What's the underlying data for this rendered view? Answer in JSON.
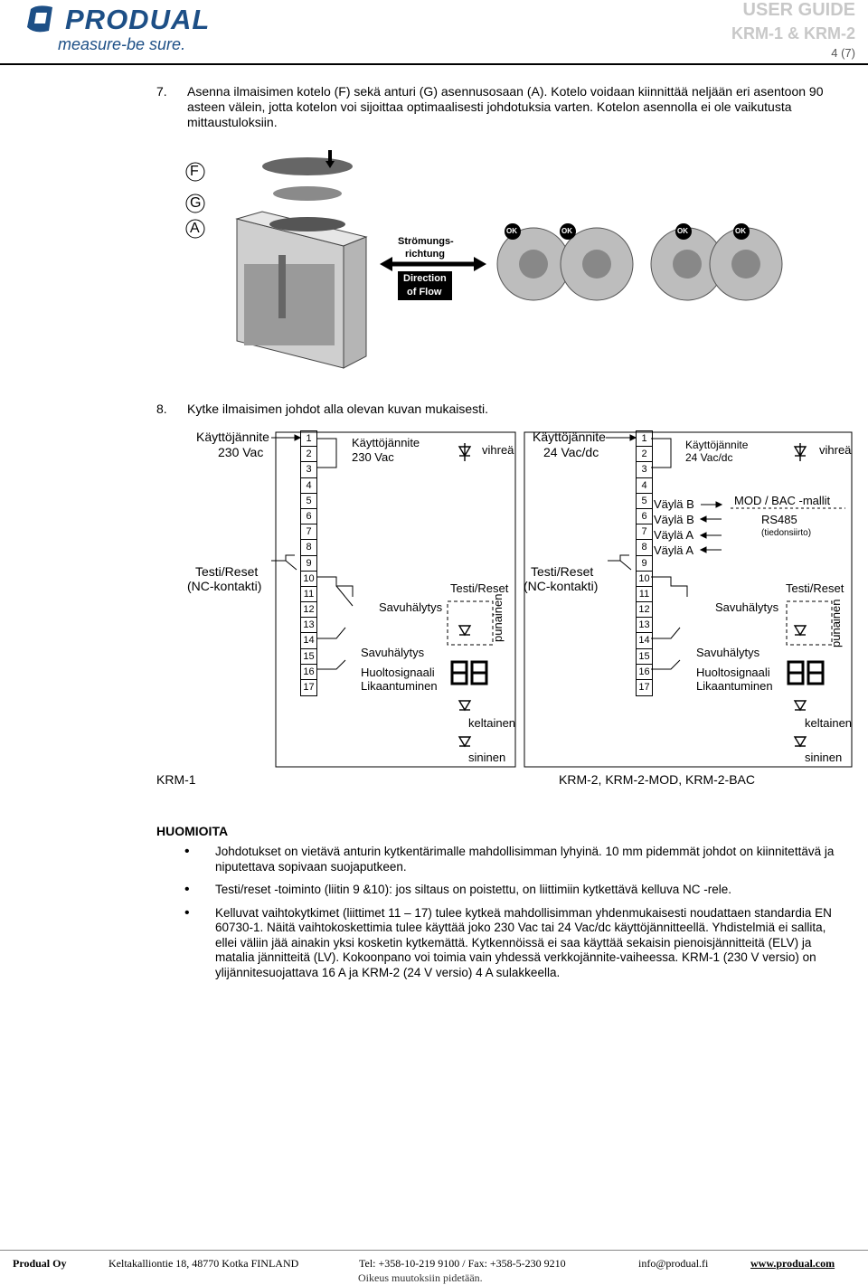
{
  "header": {
    "brand": "PRODUAL",
    "tagline": "measure-be sure.",
    "guide": "USER GUIDE",
    "product": "KRM-1 & KRM-2",
    "page": "4 (7)"
  },
  "step7": {
    "num": "7.",
    "text": "Asenna ilmaisimen kotelo (F) sekä anturi (G) asennusosaan (A). Kotelo voidaan kiinnittää neljään eri asentoon 90 asteen välein, jotta kotelon voi sijoittaa optimaalisesti johdotuksia varten. Kotelon asennolla ei ole vaikutusta mittaustuloksiin."
  },
  "figure": {
    "letters": [
      "F",
      "G",
      "A"
    ],
    "flow_de_1": "Strömungs-",
    "flow_de_2": "richtung",
    "flow_en_1": "Direction",
    "flow_en_2": "of Flow",
    "ok": "OK"
  },
  "step8": {
    "num": "8.",
    "text": "Kytke ilmaisimen johdot alla olevan kuvan mukaisesti."
  },
  "krm1": {
    "supply": "Käyttöjännite",
    "supply_v": "230 Vac",
    "test": "Testi/Reset",
    "nc": "(NC-kontakti)",
    "inner_supply": "Käyttöjännite",
    "inner_v": "230 Vac",
    "green": "vihreä",
    "test_reset": "Testi/Reset",
    "red": "punainen",
    "smoke1": "Savuhälytys",
    "smoke2": "Savuhälytys",
    "service": "Huoltosignaali",
    "dirt": "Likaantuminen",
    "yellow": "keltainen",
    "blue": "sininen",
    "caption": "KRM-1",
    "terminals": [
      "1",
      "2",
      "3",
      "4",
      "5",
      "6",
      "7",
      "8",
      "9",
      "10",
      "11",
      "12",
      "13",
      "14",
      "15",
      "16",
      "17"
    ]
  },
  "krm2": {
    "supply": "Käyttöjännite",
    "supply_v": "24 Vac/dc",
    "test": "Testi/Reset",
    "nc": "(NC-kontakti)",
    "inner_supply": "Käyttöjännite",
    "inner_v": "24 Vac/dc",
    "green": "vihreä",
    "bus_b1": "Väylä B",
    "bus_b2": "Väylä B",
    "bus_a1": "Väylä A",
    "bus_a2": "Väylä A",
    "models": "MOD / BAC -mallit",
    "rs485": "RS485",
    "rs485_sub": "(tiedonsiirto)",
    "test_reset": "Testi/Reset",
    "red": "punainen",
    "smoke1": "Savuhälytys",
    "smoke2": "Savuhälytys",
    "service": "Huoltosignaali",
    "dirt": "Likaantuminen",
    "yellow": "keltainen",
    "blue": "sininen",
    "caption": "KRM-2, KRM-2-MOD, KRM-2-BAC",
    "terminals": [
      "1",
      "2",
      "3",
      "4",
      "5",
      "6",
      "7",
      "8",
      "9",
      "10",
      "11",
      "12",
      "13",
      "14",
      "15",
      "16",
      "17"
    ]
  },
  "notes": {
    "title": "HUOMIOITA",
    "items": [
      "Johdotukset on vietävä anturin kytkentärimalle mahdollisimman lyhyinä. 10 mm pidemmät johdot on kiinnitettävä ja niputettava sopivaan suojaputkeen.",
      "Testi/reset -toiminto (liitin 9 &10): jos siltaus on poistettu, on liittimiin kytkettävä kelluva NC -rele.",
      "Kelluvat vaihtokytkimet (liittimet 11 – 17) tulee kytkeä mahdollisimman yhdenmukaisesti noudattaen standardia EN 60730-1. Näitä vaihtokoskettimia tulee käyttää joko 230 Vac tai 24 Vac/dc käyttöjännitteellä. Yhdistelmiä ei sallita, ellei väliin jää ainakin yksi kosketin kytkemättä. Kytkennöissä ei saa käyttää sekaisin pienoisjännitteitä (ELV) ja matalia jännitteitä (LV). Kokoonpano voi toimia vain yhdessä verkkojännite-vaiheessa. KRM-1 (230 V versio) on ylijännitesuojattava 16 A ja KRM-2 (24 V versio) 4 A sulakkeella."
    ]
  },
  "footer": {
    "company": "Produal Oy",
    "address": "Keltakalliontie 18, 48770 Kotka FINLAND",
    "phone": "Tel: +358-10-219 9100 / Fax: +358-5-230 9210",
    "email": "info@produal.fi",
    "web": "www.produal.com",
    "rights": "Oikeus muutoksiin pidetään."
  }
}
